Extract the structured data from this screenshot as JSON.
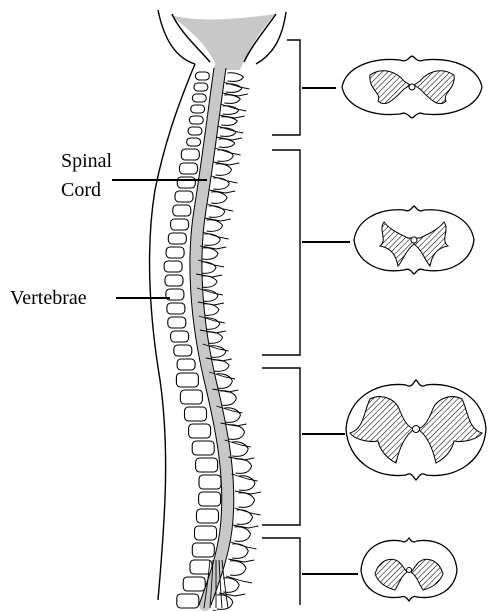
{
  "labels": {
    "spinal_line1": "Spinal",
    "spinal_line2": "Cord",
    "vertebrae": "Vertebrae"
  },
  "colors": {
    "ink": "#000000",
    "cord_fill": "#c8c8c8",
    "background": "#ffffff"
  }
}
